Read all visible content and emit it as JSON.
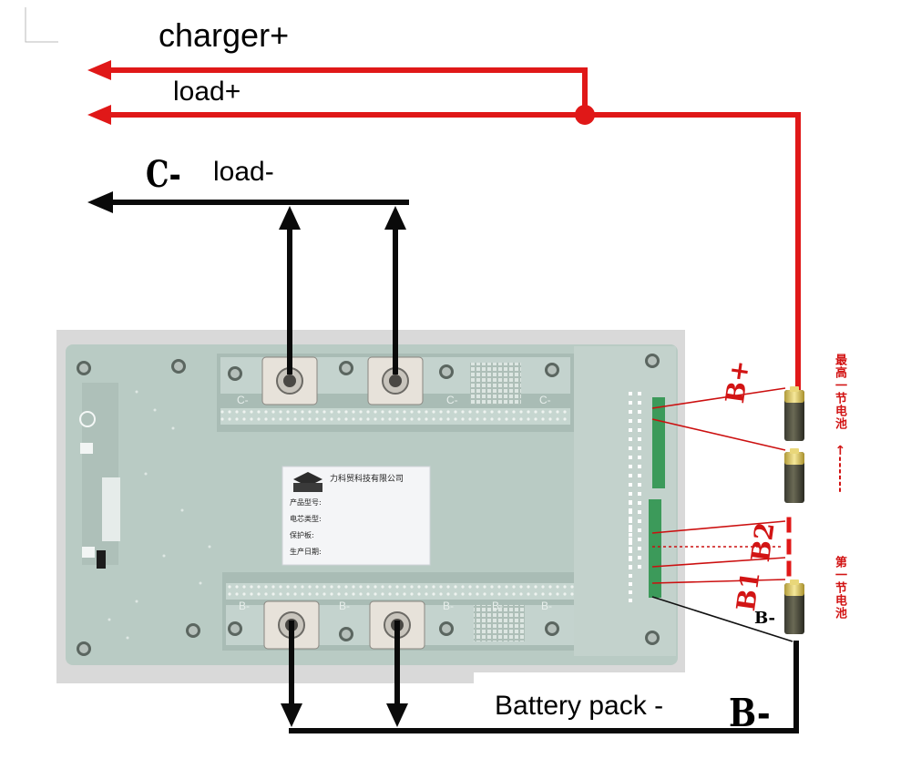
{
  "labels": {
    "charger_plus": "charger+",
    "load_plus": "load+",
    "c_minus": "C-",
    "load_minus": "load-",
    "battery_pack_minus": "Battery pack -",
    "b_minus_big": "B-",
    "b_plus": "B+",
    "b2": "B2",
    "b1": "B1",
    "b_minus_small": "B-",
    "cn_top": "最高一节电池",
    "cn_arrow": "←------",
    "cn_bottom": "第一节电池"
  },
  "sticker": {
    "company": "力科贸科技有限公司",
    "line1": "产品型号:",
    "line2": "电芯类型:",
    "line3": "保护板:",
    "line4": "生产日期:"
  },
  "board_marks": {
    "c_marks": [
      "C-",
      "C-",
      "C-"
    ],
    "b_marks": [
      "B-",
      "B-",
      "B-",
      "B-",
      "B-"
    ]
  },
  "colors": {
    "wire_red": "#e01818",
    "wire_black": "#0a0a0a",
    "board": "#b9cbc4",
    "board_dark": "#9fb3ac",
    "photo_bg": "#d6d6d6",
    "label_red": "#d21414"
  },
  "icons": {
    "junction": "junction-dot",
    "terminal": "bolt-terminal",
    "battery": "battery-cell"
  }
}
